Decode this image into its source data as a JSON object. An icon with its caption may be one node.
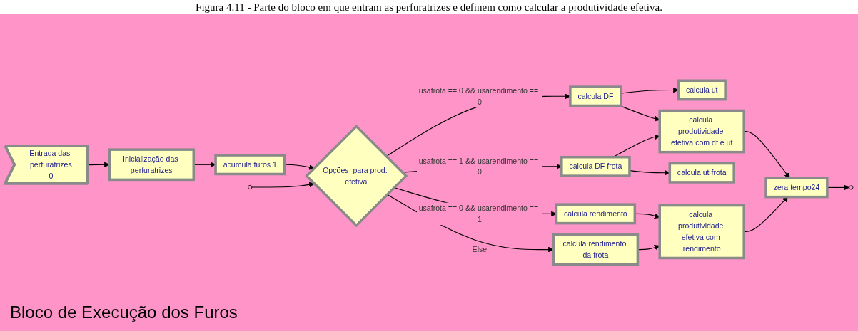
{
  "diagram": {
    "caption": "Figura 4.11 - Parte do bloco em que entram as perfuratrizes e definem como calcular a produtividade efetiva.",
    "nodes": [
      {
        "text": [
          "Entrada das perfuratrizes",
          "0"
        ]
      },
      {
        "text": [
          "Inicialização das perfuratrizes"
        ]
      },
      {
        "text": [
          "acumula furos 1"
        ]
      },
      {
        "text": [
          "Opções  para prod. efetiva"
        ]
      },
      {
        "text": [
          "calcula DF"
        ]
      },
      {
        "text": [
          "calcula ut"
        ]
      },
      {
        "text": [
          "calcula produtividade efetiva com df e ut"
        ]
      },
      {
        "text": [
          "calcula DF frota"
        ]
      },
      {
        "text": [
          "calcula ut frota"
        ]
      },
      {
        "text": [
          "zera tempo24"
        ]
      },
      {
        "text": [
          "calcula rendimento"
        ]
      },
      {
        "text": [
          "calcula produtividade efetiva com rendimento"
        ]
      },
      {
        "text": [
          "calcula rendimento da frota"
        ]
      }
    ],
    "edges": [
      {
        "from": 0,
        "to": 1,
        "arrow": "to"
      },
      {
        "from": 1,
        "to": 2,
        "arrow": "to"
      },
      {
        "from": 2,
        "to": 3,
        "arrow": "to"
      },
      {
        "from": null,
        "to": 3,
        "arrow": "to"
      },
      {
        "from": 3,
        "to": 4,
        "arrow": "to",
        "label": "usafrota == 0 && usarendimento == 0"
      },
      {
        "from": 3,
        "to": 7,
        "arrow": "to",
        "label": "usafrota == 1 && usarendimento == 0"
      },
      {
        "from": 3,
        "to": 10,
        "arrow": "to",
        "label": "usafrota == 0 && usarendimento == 1"
      },
      {
        "from": 3,
        "to": 12,
        "arrow": "to",
        "label": "Else"
      },
      {
        "from": 4,
        "to": 5,
        "arrow": "to"
      },
      {
        "from": 4,
        "to": 6,
        "arrow": "to"
      },
      {
        "from": 7,
        "to": 8,
        "arrow": "to"
      },
      {
        "from": 7,
        "to": 6,
        "arrow": "to"
      },
      {
        "from": 6,
        "to": 9,
        "arrow": "to"
      },
      {
        "from": 10,
        "to": 11,
        "arrow": "to"
      },
      {
        "from": 12,
        "to": 11,
        "arrow": "to"
      },
      {
        "from": 11,
        "to": 9,
        "arrow": "to"
      },
      {
        "from": 9,
        "to": null,
        "arrow": "to"
      }
    ],
    "labels": [
      "Bloco de Execução dos Furos"
    ]
  }
}
